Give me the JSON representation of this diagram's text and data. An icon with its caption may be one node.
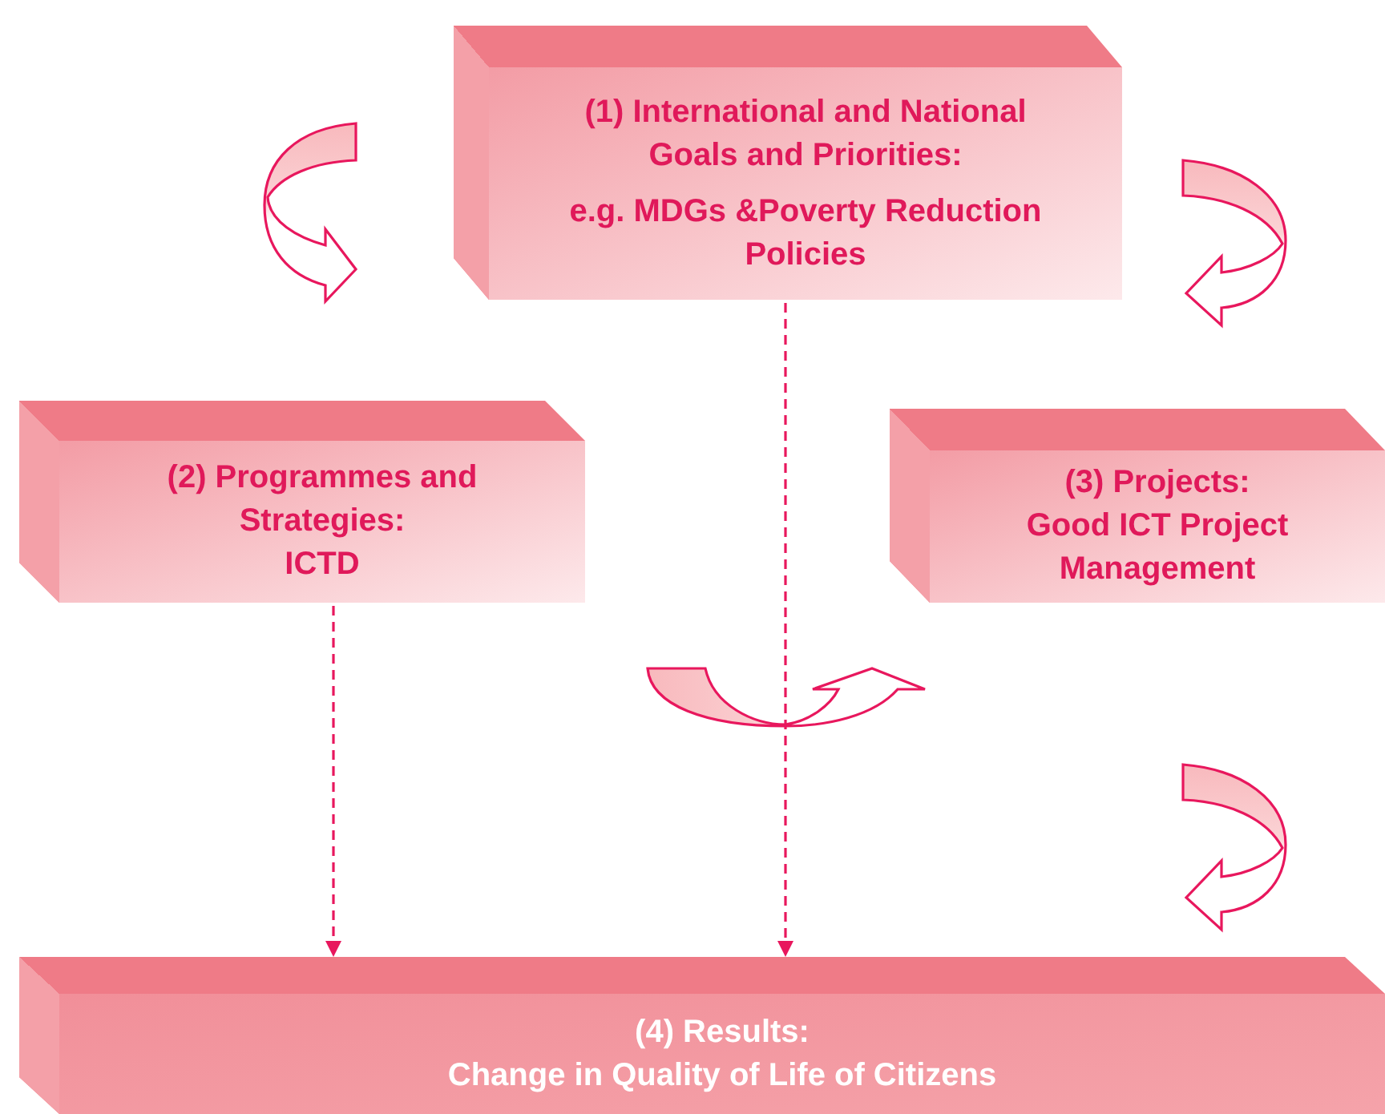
{
  "diagram": {
    "nodes": [
      {
        "text": [
          "(1) International and National Goals and Priorities:",
          "e.g. MDGs &Poverty Reduction Policies"
        ]
      },
      {
        "text": [
          "(2) Programmes and Strategies:",
          "ICTD"
        ]
      },
      {
        "text": [
          "(3) Projects:",
          "Good ICT Project Management"
        ]
      },
      {
        "text": [
          "(4) Results:",
          "Change in Quality of Life of Citizens"
        ]
      }
    ],
    "edges": [
      {
        "from": 0,
        "to": 3,
        "arrow": "to",
        "style": "dashed"
      },
      {
        "from": 1,
        "to": 3,
        "arrow": "to",
        "style": "dashed"
      }
    ]
  }
}
